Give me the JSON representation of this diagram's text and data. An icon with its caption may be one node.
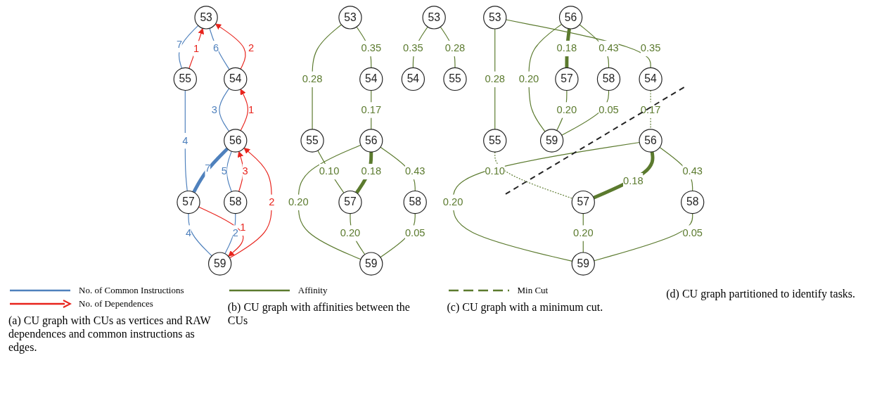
{
  "diagram": {
    "nodes": [
      {
        "text": [
          "53"
        ]
      },
      {
        "text": [
          "54"
        ]
      },
      {
        "text": [
          "55"
        ]
      },
      {
        "text": [
          "56"
        ]
      },
      {
        "text": [
          "57"
        ]
      },
      {
        "text": [
          "58"
        ]
      },
      {
        "text": [
          "59"
        ]
      },
      {
        "text": [
          "53"
        ]
      },
      {
        "text": [
          "54"
        ]
      },
      {
        "text": [
          "55"
        ]
      },
      {
        "text": [
          "56"
        ]
      },
      {
        "text": [
          "57"
        ]
      },
      {
        "text": [
          "58"
        ]
      },
      {
        "text": [
          "59"
        ]
      },
      {
        "text": [
          "53"
        ]
      },
      {
        "text": [
          "54"
        ]
      },
      {
        "text": [
          "55"
        ]
      },
      {
        "text": [
          "56"
        ]
      },
      {
        "text": [
          "57"
        ]
      },
      {
        "text": [
          "58"
        ]
      },
      {
        "text": [
          "59"
        ]
      },
      {
        "text": [
          "53"
        ]
      },
      {
        "text": [
          "54"
        ]
      },
      {
        "text": [
          "55"
        ]
      },
      {
        "text": [
          "56"
        ]
      },
      {
        "text": [
          "57"
        ]
      },
      {
        "text": [
          "58"
        ]
      },
      {
        "text": [
          "59"
        ]
      }
    ],
    "edges": [
      {
        "from": 0,
        "to": 1,
        "arrow": "none",
        "label": "6",
        "color": "#4f81bd"
      },
      {
        "from": 0,
        "to": 2,
        "arrow": "none",
        "label": "7",
        "color": "#4f81bd"
      },
      {
        "from": 1,
        "to": 3,
        "arrow": "none",
        "label": "3",
        "color": "#4f81bd"
      },
      {
        "from": 2,
        "to": 4,
        "arrow": "none",
        "label": "4",
        "color": "#4f81bd"
      },
      {
        "from": 3,
        "to": 4,
        "arrow": "none",
        "label": "7",
        "color": "#4f81bd",
        "style": "thick"
      },
      {
        "from": 3,
        "to": 5,
        "arrow": "none",
        "label": "5",
        "color": "#4f81bd"
      },
      {
        "from": 4,
        "to": 6,
        "arrow": "none",
        "label": "4",
        "color": "#4f81bd"
      },
      {
        "from": 5,
        "to": 6,
        "arrow": "none",
        "label": "2",
        "color": "#4f81bd"
      },
      {
        "from": 1,
        "to": 0,
        "arrow": "to",
        "label": "2",
        "color": "#e8231c"
      },
      {
        "from": 2,
        "to": 0,
        "arrow": "to",
        "label": "1",
        "color": "#e8231c"
      },
      {
        "from": 3,
        "to": 1,
        "arrow": "to",
        "label": "1",
        "color": "#e8231c"
      },
      {
        "from": 5,
        "to": 3,
        "arrow": "to",
        "label": "3",
        "color": "#e8231c"
      },
      {
        "from": 6,
        "to": 3,
        "arrow": "to",
        "label": "2",
        "color": "#e8231c"
      },
      {
        "from": 4,
        "to": 6,
        "arrow": "to",
        "label": "1",
        "color": "#e8231c"
      },
      {
        "from": 7,
        "to": 8,
        "arrow": "none",
        "label": "0.35"
      },
      {
        "from": 7,
        "to": 9,
        "arrow": "none",
        "label": "0.28"
      },
      {
        "from": 8,
        "to": 10,
        "arrow": "none",
        "label": "0.17"
      },
      {
        "from": 9,
        "to": 11,
        "arrow": "none",
        "label": "0.10"
      },
      {
        "from": 10,
        "to": 11,
        "arrow": "none",
        "label": "0.18",
        "style": "thick"
      },
      {
        "from": 10,
        "to": 12,
        "arrow": "none",
        "label": "0.43"
      },
      {
        "from": 10,
        "to": 13,
        "arrow": "none",
        "label": "0.20"
      },
      {
        "from": 11,
        "to": 13,
        "arrow": "none",
        "label": "0.20"
      },
      {
        "from": 12,
        "to": 13,
        "arrow": "none",
        "label": "0.05"
      },
      {
        "from": 14,
        "to": 15,
        "arrow": "none",
        "label": "0.35"
      },
      {
        "from": 14,
        "to": 16,
        "arrow": "none",
        "label": "0.28"
      },
      {
        "from": 15,
        "to": 17,
        "arrow": "none",
        "label": "0.17",
        "style": "dashed"
      },
      {
        "from": 16,
        "to": 18,
        "arrow": "none",
        "label": "0.10",
        "style": "dashed"
      },
      {
        "from": 17,
        "to": 18,
        "arrow": "none",
        "label": "0.18",
        "style": "thick"
      },
      {
        "from": 17,
        "to": 19,
        "arrow": "none",
        "label": "0.43"
      },
      {
        "from": 17,
        "to": 20,
        "arrow": "none",
        "label": "0.20"
      },
      {
        "from": 18,
        "to": 20,
        "arrow": "none",
        "label": "0.20"
      },
      {
        "from": 19,
        "to": 20,
        "arrow": "none",
        "label": "0.05"
      },
      {
        "from": 21,
        "to": 22,
        "arrow": "none",
        "label": "0.35"
      },
      {
        "from": 21,
        "to": 23,
        "arrow": "none",
        "label": "0.28"
      },
      {
        "from": 24,
        "to": 25,
        "arrow": "none",
        "label": "0.18",
        "style": "thick"
      },
      {
        "from": 24,
        "to": 26,
        "arrow": "none",
        "label": "0.43"
      },
      {
        "from": 24,
        "to": 27,
        "arrow": "none",
        "label": "0.20"
      },
      {
        "from": 25,
        "to": 27,
        "arrow": "none",
        "label": "0.20"
      },
      {
        "from": 26,
        "to": 27,
        "arrow": "none",
        "label": "0.05"
      }
    ],
    "labels": [
      "(a) CU graph with CUs as vertices and RAW dependences and common instructions as edges.",
      "(b) CU graph with affinities between the CUs",
      "(c) CU graph with a minimum cut.",
      "(d) CU graph partitioned to identify tasks."
    ],
    "legend": [
      {
        "text": "No. of Common Instructions"
      },
      {
        "text": "No. of Dependences"
      },
      {
        "text": "Affinity"
      },
      {
        "text": "Min Cut"
      }
    ]
  }
}
